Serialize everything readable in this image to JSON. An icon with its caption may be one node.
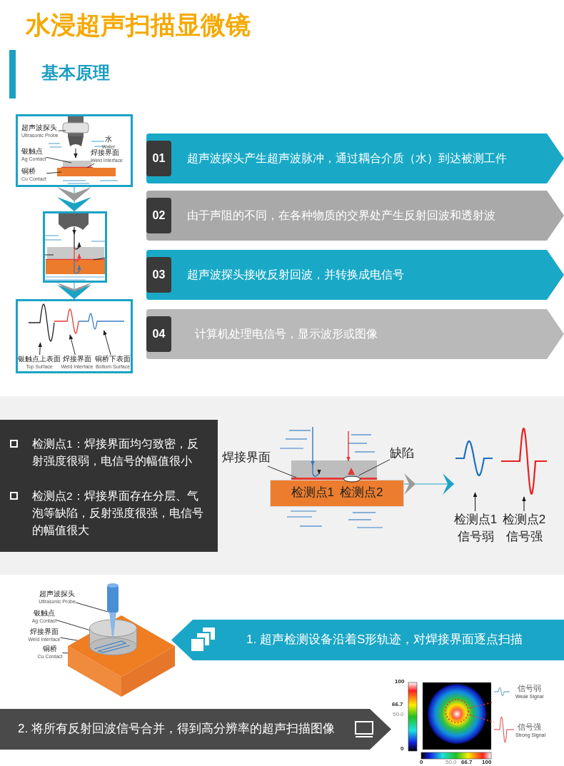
{
  "diagram": {
    "title": "水浸超声扫描显微镜",
    "nodes": [
      {
        "text": [],
        "shape": "box"
      },
      {
        "text": [
          "超声波探头",
          "Ultrasonic Probe"
        ],
        "in": 0
      },
      {
        "text": [
          "水",
          "Water"
        ],
        "in": 0
      },
      {
        "text": [
          "银触点",
          "Ag Contact"
        ],
        "in": 0
      },
      {
        "text": [
          "焊接界面",
          "Weld Interface"
        ],
        "in": 0
      },
      {
        "text": [
          "铜桥",
          "Cu Contact"
        ],
        "in": 0
      },
      {
        "text": [],
        "shape": "box"
      },
      {
        "text": [],
        "shape": "box"
      },
      {
        "text": [
          "银触点上表面",
          "Top Surface"
        ],
        "in": 7
      },
      {
        "text": [
          "焊接界面",
          "Weld Interface"
        ],
        "in": 7
      },
      {
        "text": [
          "铜桥下表面",
          "Bottom Surface"
        ],
        "in": 7
      },
      {
        "text": [
          "01",
          "超声波探头产生超声波脉冲，通过耦合介质（水）到达被测工件"
        ]
      },
      {
        "text": [
          "02",
          "由于声阻的不同，在各种物质的交界处产生反射回波和透射波"
        ]
      },
      {
        "text": [
          "03",
          "超声波探头接收反射回波，并转换成电信号"
        ]
      },
      {
        "text": [
          "04",
          "计算机处理电信号，显示波形或图像"
        ]
      },
      {
        "text": [
          "检测点1：焊接界面均匀致密，反射强度很弱，电信号的幅值很小",
          "检测点2：焊接界面存在分层、气泡等缺陷，反射强度很强，电信号的幅值很大"
        ]
      },
      {
        "text": [
          "焊接界面"
        ]
      },
      {
        "text": [
          "缺陷"
        ]
      },
      {
        "text": [
          "检测点1",
          "检测点2"
        ]
      },
      {
        "text": [],
        "shape": "picture"
      },
      {
        "text": [],
        "shape": "picture"
      },
      {
        "text": [
          "检测点1",
          "信号弱"
        ]
      },
      {
        "text": [
          "检测点2",
          "信号强"
        ]
      },
      {
        "text": [
          "超声波探头",
          "Ultrasonic Probe"
        ]
      },
      {
        "text": [
          "银触点",
          "Ag Contact"
        ]
      },
      {
        "text": [
          "焊接界面",
          "Weld Interface"
        ]
      },
      {
        "text": [
          "铜桥",
          "Cu Contact"
        ]
      },
      {
        "text": [
          "1. 超声检测设备沿着S形轨迹，对焊接界面逐点扫描"
        ]
      },
      {
        "text": [
          "2. 将所有反射回波信号合并，得到高分辨率的超声扫描图像"
        ]
      },
      {
        "text": [
          "信号弱",
          "Weak Signal"
        ]
      },
      {
        "text": [
          "信号强",
          "Strong Signal"
        ]
      },
      {
        "text": [],
        "shape": "circle"
      },
      {
        "text": [],
        "shape": "box"
      },
      {
        "text": [],
        "shape": "cylinder",
        "in": 32
      },
      {
        "text": [],
        "shape": "disk",
        "in": 33
      },
      {
        "text": [],
        "shape": "cylinder"
      },
      {
        "text": [],
        "shape": "bar"
      },
      {
        "text": [],
        "shape": "ellipse"
      },
      {
        "text": [],
        "shape": "picture",
        "in": 7
      },
      {
        "text": [],
        "shape": "picture",
        "in": 7
      },
      {
        "text": [],
        "shape": "picture",
        "in": 7
      }
    ],
    "edges": [
      {
        "from": 0,
        "to": 6,
        "arrow": "to",
        "color": "#1aa3c6"
      },
      {
        "from": 6,
        "to": 7,
        "arrow": "to",
        "color": "#1aa3c6"
      },
      {
        "from": 1,
        "to": null,
        "arrow": "none"
      },
      {
        "from": 3,
        "to": null,
        "arrow": "none"
      },
      {
        "from": 4,
        "to": null,
        "arrow": "none"
      },
      {
        "from": 5,
        "to": null,
        "arrow": "none"
      },
      {
        "from": 8,
        "to": 38,
        "arrow": "to"
      },
      {
        "from": 9,
        "to": 39,
        "arrow": "to"
      },
      {
        "from": 10,
        "to": 40,
        "arrow": "to"
      },
      {
        "from": 16,
        "to": 36,
        "arrow": "none"
      },
      {
        "from": 17,
        "to": 37,
        "arrow": "none"
      },
      {
        "from": 18,
        "to": 19,
        "arrow": "to",
        "color": "#1aa3c6"
      },
      {
        "from": 21,
        "to": 19,
        "arrow": "to"
      },
      {
        "from": 22,
        "to": 20,
        "arrow": "to"
      },
      {
        "from": 23,
        "to": 35,
        "arrow": "none"
      },
      {
        "from": 24,
        "to": 33,
        "arrow": "none"
      },
      {
        "from": 25,
        "to": 34,
        "arrow": "none"
      },
      {
        "from": 26,
        "to": 32,
        "arrow": "none"
      },
      {
        "from": 31,
        "to": 29,
        "arrow": "none",
        "style": "dashed",
        "color": "#e53935"
      },
      {
        "from": 31,
        "to": 30,
        "arrow": "none",
        "style": "dashed",
        "color": "#e53935"
      }
    ],
    "labels": [
      "基本原理",
      "100",
      "66.7",
      "50.0",
      "0",
      "0",
      "50.0",
      "66.7",
      "100"
    ]
  }
}
